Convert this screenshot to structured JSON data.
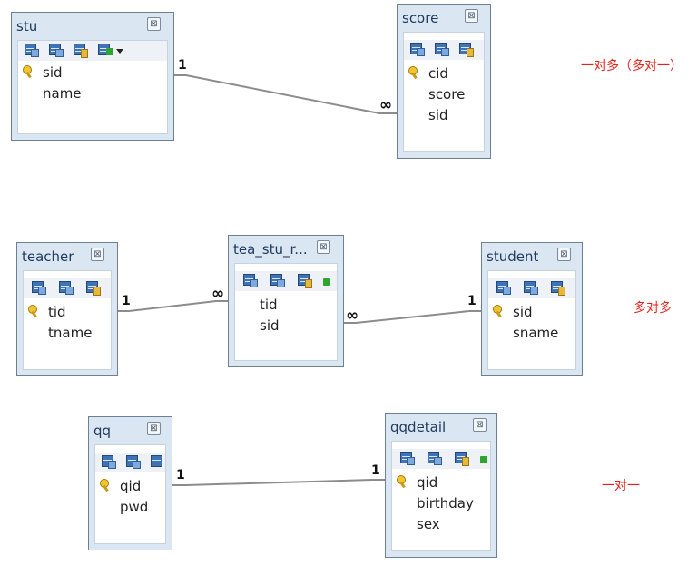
{
  "tables": {
    "stu": {
      "name": "stu",
      "fields": [
        {
          "name": "sid",
          "key": true
        },
        {
          "name": "name",
          "key": false
        }
      ]
    },
    "score": {
      "name": "score",
      "fields": [
        {
          "name": "cid",
          "key": true
        },
        {
          "name": "score",
          "key": false
        },
        {
          "name": "sid",
          "key": false
        }
      ]
    },
    "teacher": {
      "name": "teacher",
      "fields": [
        {
          "name": "tid",
          "key": true
        },
        {
          "name": "tname",
          "key": false
        }
      ]
    },
    "tea_stu": {
      "name": "tea_stu_r...",
      "fields": [
        {
          "name": "tid",
          "key": false
        },
        {
          "name": "sid",
          "key": false
        }
      ]
    },
    "student": {
      "name": "student",
      "fields": [
        {
          "name": "sid",
          "key": true
        },
        {
          "name": "sname",
          "key": false
        }
      ]
    },
    "qq": {
      "name": "qq",
      "fields": [
        {
          "name": "qid",
          "key": true
        },
        {
          "name": "pwd",
          "key": false
        }
      ]
    },
    "qqdetail": {
      "name": "qqdetail",
      "fields": [
        {
          "name": "qid",
          "key": true
        },
        {
          "name": "birthday",
          "key": false
        },
        {
          "name": "sex",
          "key": false
        }
      ]
    }
  },
  "close_glyph": "⊠",
  "relations": {
    "stu_score": {
      "from": "1",
      "to": "∞"
    },
    "teacher_ts": {
      "from": "1",
      "to": "∞"
    },
    "ts_student": {
      "from": "∞",
      "to": "1"
    },
    "qq_qqdetail": {
      "from": "1",
      "to": "1"
    }
  },
  "notes": {
    "one_to_many": "一对多（多对一）",
    "many_to_many": "多对多",
    "one_to_one": "一对一"
  },
  "colors": {
    "note": "#e8221a",
    "line": "#8c8c8c",
    "title": "#1f3a5c"
  }
}
